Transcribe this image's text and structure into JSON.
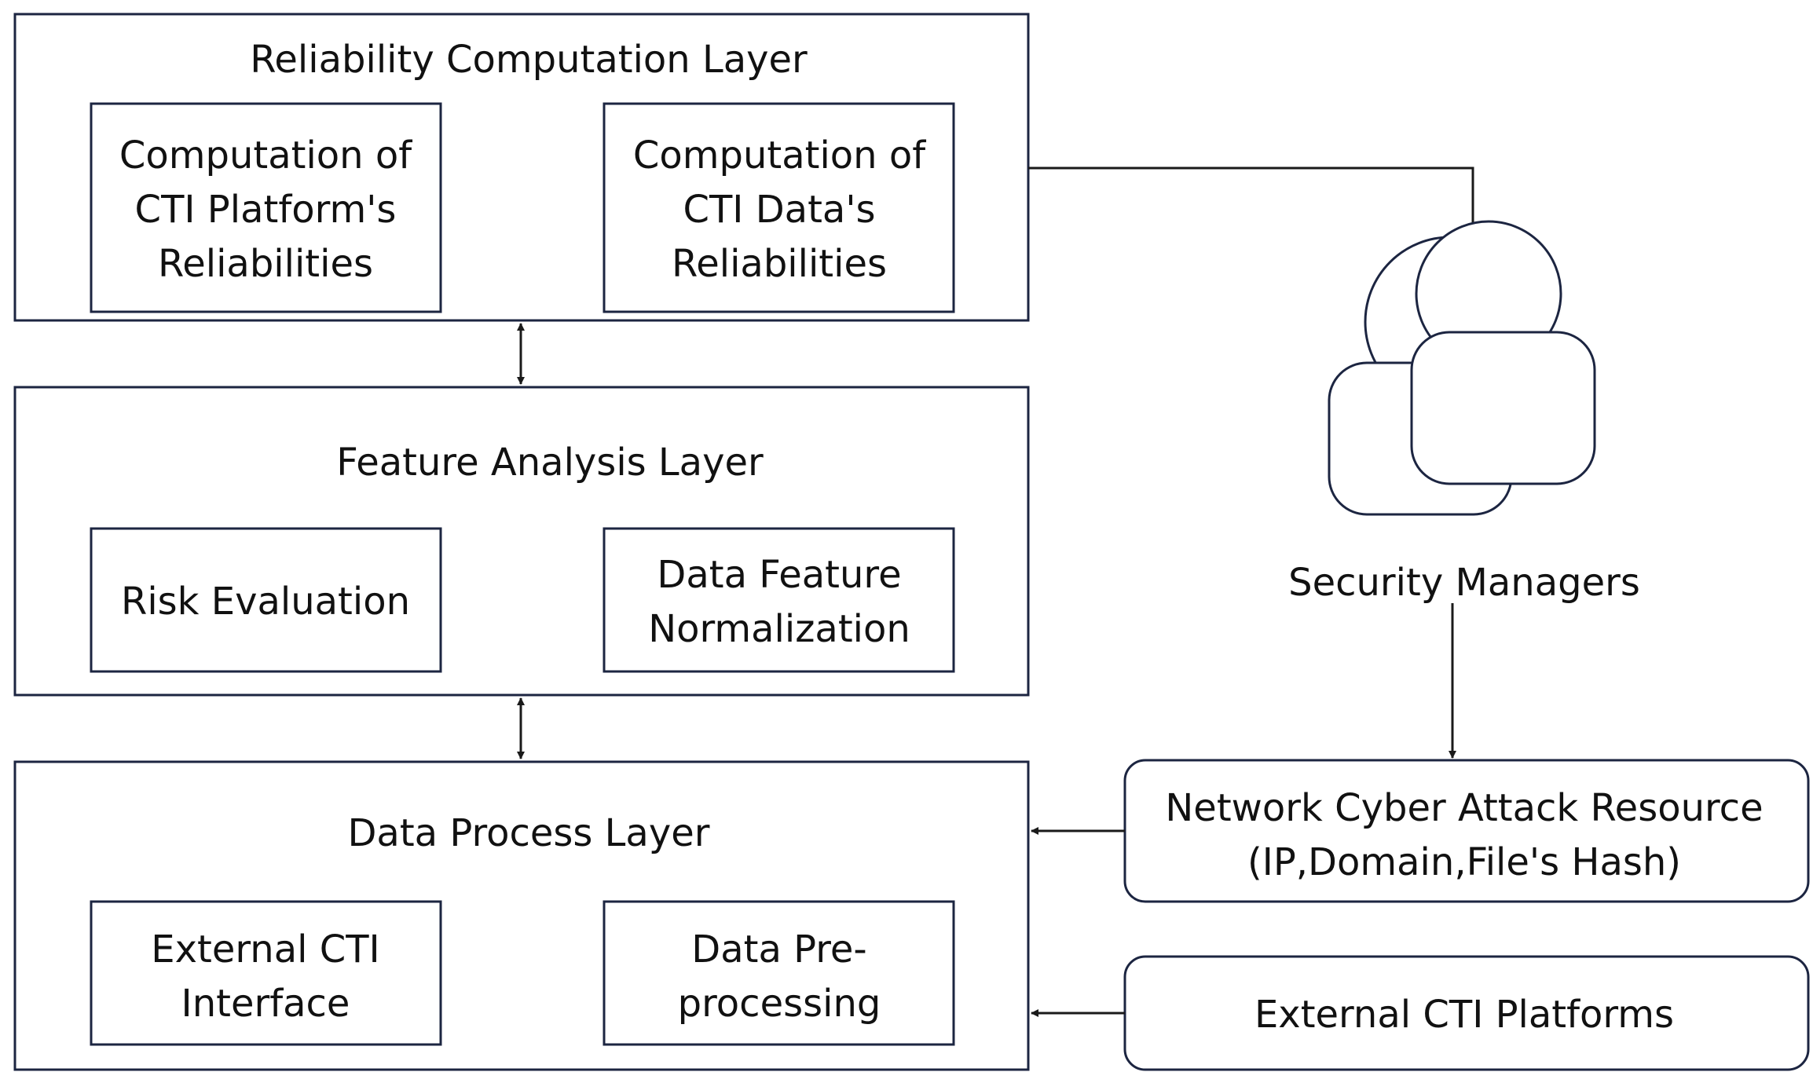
{
  "layers": {
    "reliability": {
      "title": "Reliability Computation Layer",
      "box_left": [
        "Computation of",
        "CTI Platform's",
        "Reliabilities"
      ],
      "box_right": [
        "Computation of",
        "CTI Data's",
        "Reliabilities"
      ]
    },
    "feature": {
      "title": "Feature Analysis Layer",
      "box_left": [
        "Risk Evaluation"
      ],
      "box_right": [
        "Data Feature",
        "Normalization"
      ]
    },
    "data": {
      "title": "Data Process Layer",
      "box_left": [
        "External CTI",
        "Interface"
      ],
      "box_right": [
        "Data Pre-",
        "processing"
      ]
    }
  },
  "actors": {
    "security_managers": "Security Managers"
  },
  "resources": {
    "attack_resource": [
      "Network Cyber Attack Resource",
      "(IP,Domain,File's Hash)"
    ],
    "external_platforms": "External CTI Platforms"
  },
  "colors": {
    "border": "#1c2541",
    "arrow": "#1a1a1a",
    "text": "#111111",
    "background": "#ffffff"
  }
}
